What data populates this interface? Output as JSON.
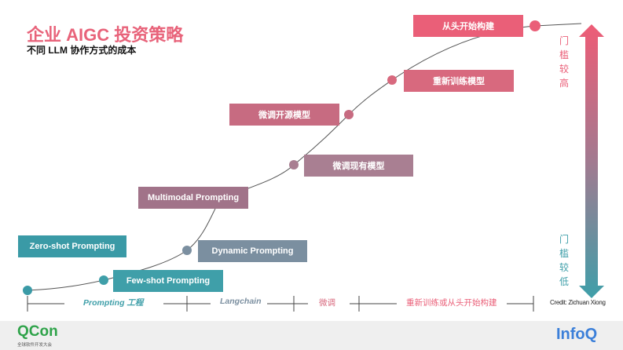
{
  "title": "企业 AIGC 投资策略",
  "subtitle": "不同 LLM 协作方式的成本",
  "stages": [
    {
      "label": "Zero-shot Prompting",
      "color": "#3a9aa6"
    },
    {
      "label": "Few-shot Prompting",
      "color": "#3f9fa9"
    },
    {
      "label": "Dynamic Prompting",
      "color": "#7b8fa0"
    },
    {
      "label": "Multimodal Prompting",
      "color": "#a17389"
    },
    {
      "label": "微调现有模型",
      "color": "#a97f92"
    },
    {
      "label": "微调开源模型",
      "color": "#c76b81"
    },
    {
      "label": "重新训练模型",
      "color": "#d8697e"
    },
    {
      "label": "从头开始构建",
      "color": "#ea5f78"
    }
  ],
  "threshold": {
    "high": "门槛较高",
    "low": "门槛较低",
    "high_color": "#ea5f78",
    "low_color": "#3f9fa9"
  },
  "axis": {
    "prompting": "Prompting 工程",
    "langchain": "Langchain",
    "finetune": "微调",
    "retrain": "重新训练或从头开始构建",
    "credit": "Credit: Zichuan Xiong"
  },
  "footer": {
    "qcon": "QCon",
    "qcon_sub": "全球软件开发大会",
    "infoq": "InfoQ"
  }
}
